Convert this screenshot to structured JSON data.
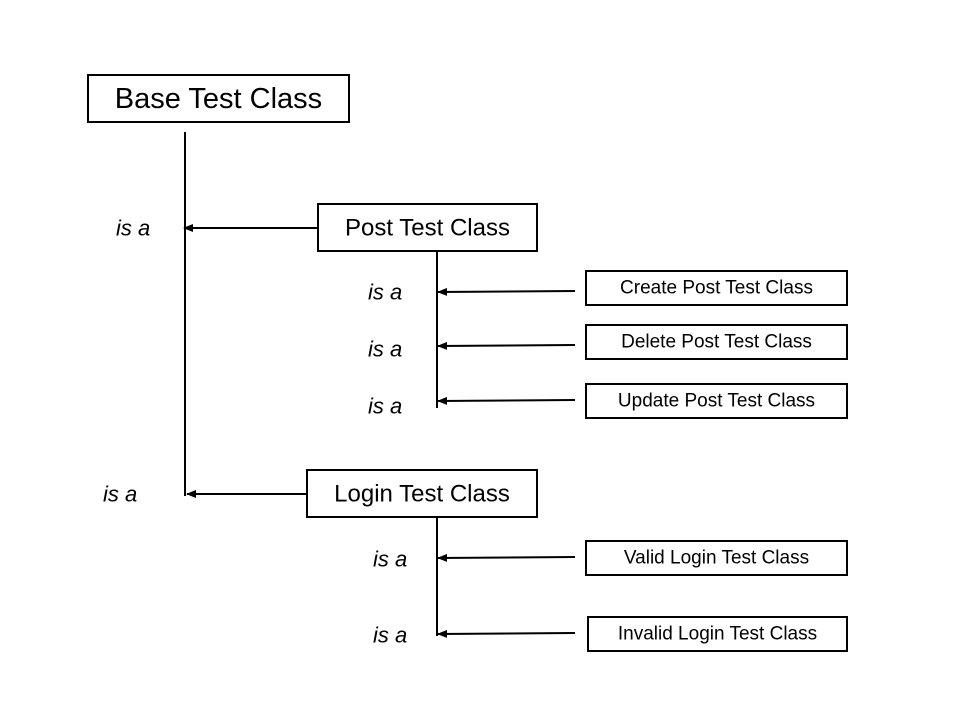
{
  "diagram": {
    "nodes": {
      "base": "Base Test Class",
      "post": "Post Test Class",
      "login": "Login Test Class",
      "create_post": "Create Post Test Class",
      "delete_post": "Delete Post Test Class",
      "update_post": "Update Post Test Class",
      "valid_login": "Valid Login Test Class",
      "invalid_login": "Invalid Login Test Class"
    },
    "relation_label": "is a",
    "edges": [
      {
        "from": "Post Test Class",
        "to": "Base Test Class",
        "label": "is a"
      },
      {
        "from": "Login Test Class",
        "to": "Base Test Class",
        "label": "is a"
      },
      {
        "from": "Create Post Test Class",
        "to": "Post Test Class",
        "label": "is a"
      },
      {
        "from": "Delete Post Test Class",
        "to": "Post Test Class",
        "label": "is a"
      },
      {
        "from": "Update Post Test Class",
        "to": "Post Test Class",
        "label": "is a"
      },
      {
        "from": "Valid Login Test Class",
        "to": "Login Test Class",
        "label": "is a"
      },
      {
        "from": "Invalid Login Test Class",
        "to": "Login Test Class",
        "label": "is a"
      }
    ],
    "colors": {
      "line": "#000000",
      "box_fill": "#ffffff",
      "background": "#ffffff"
    }
  }
}
